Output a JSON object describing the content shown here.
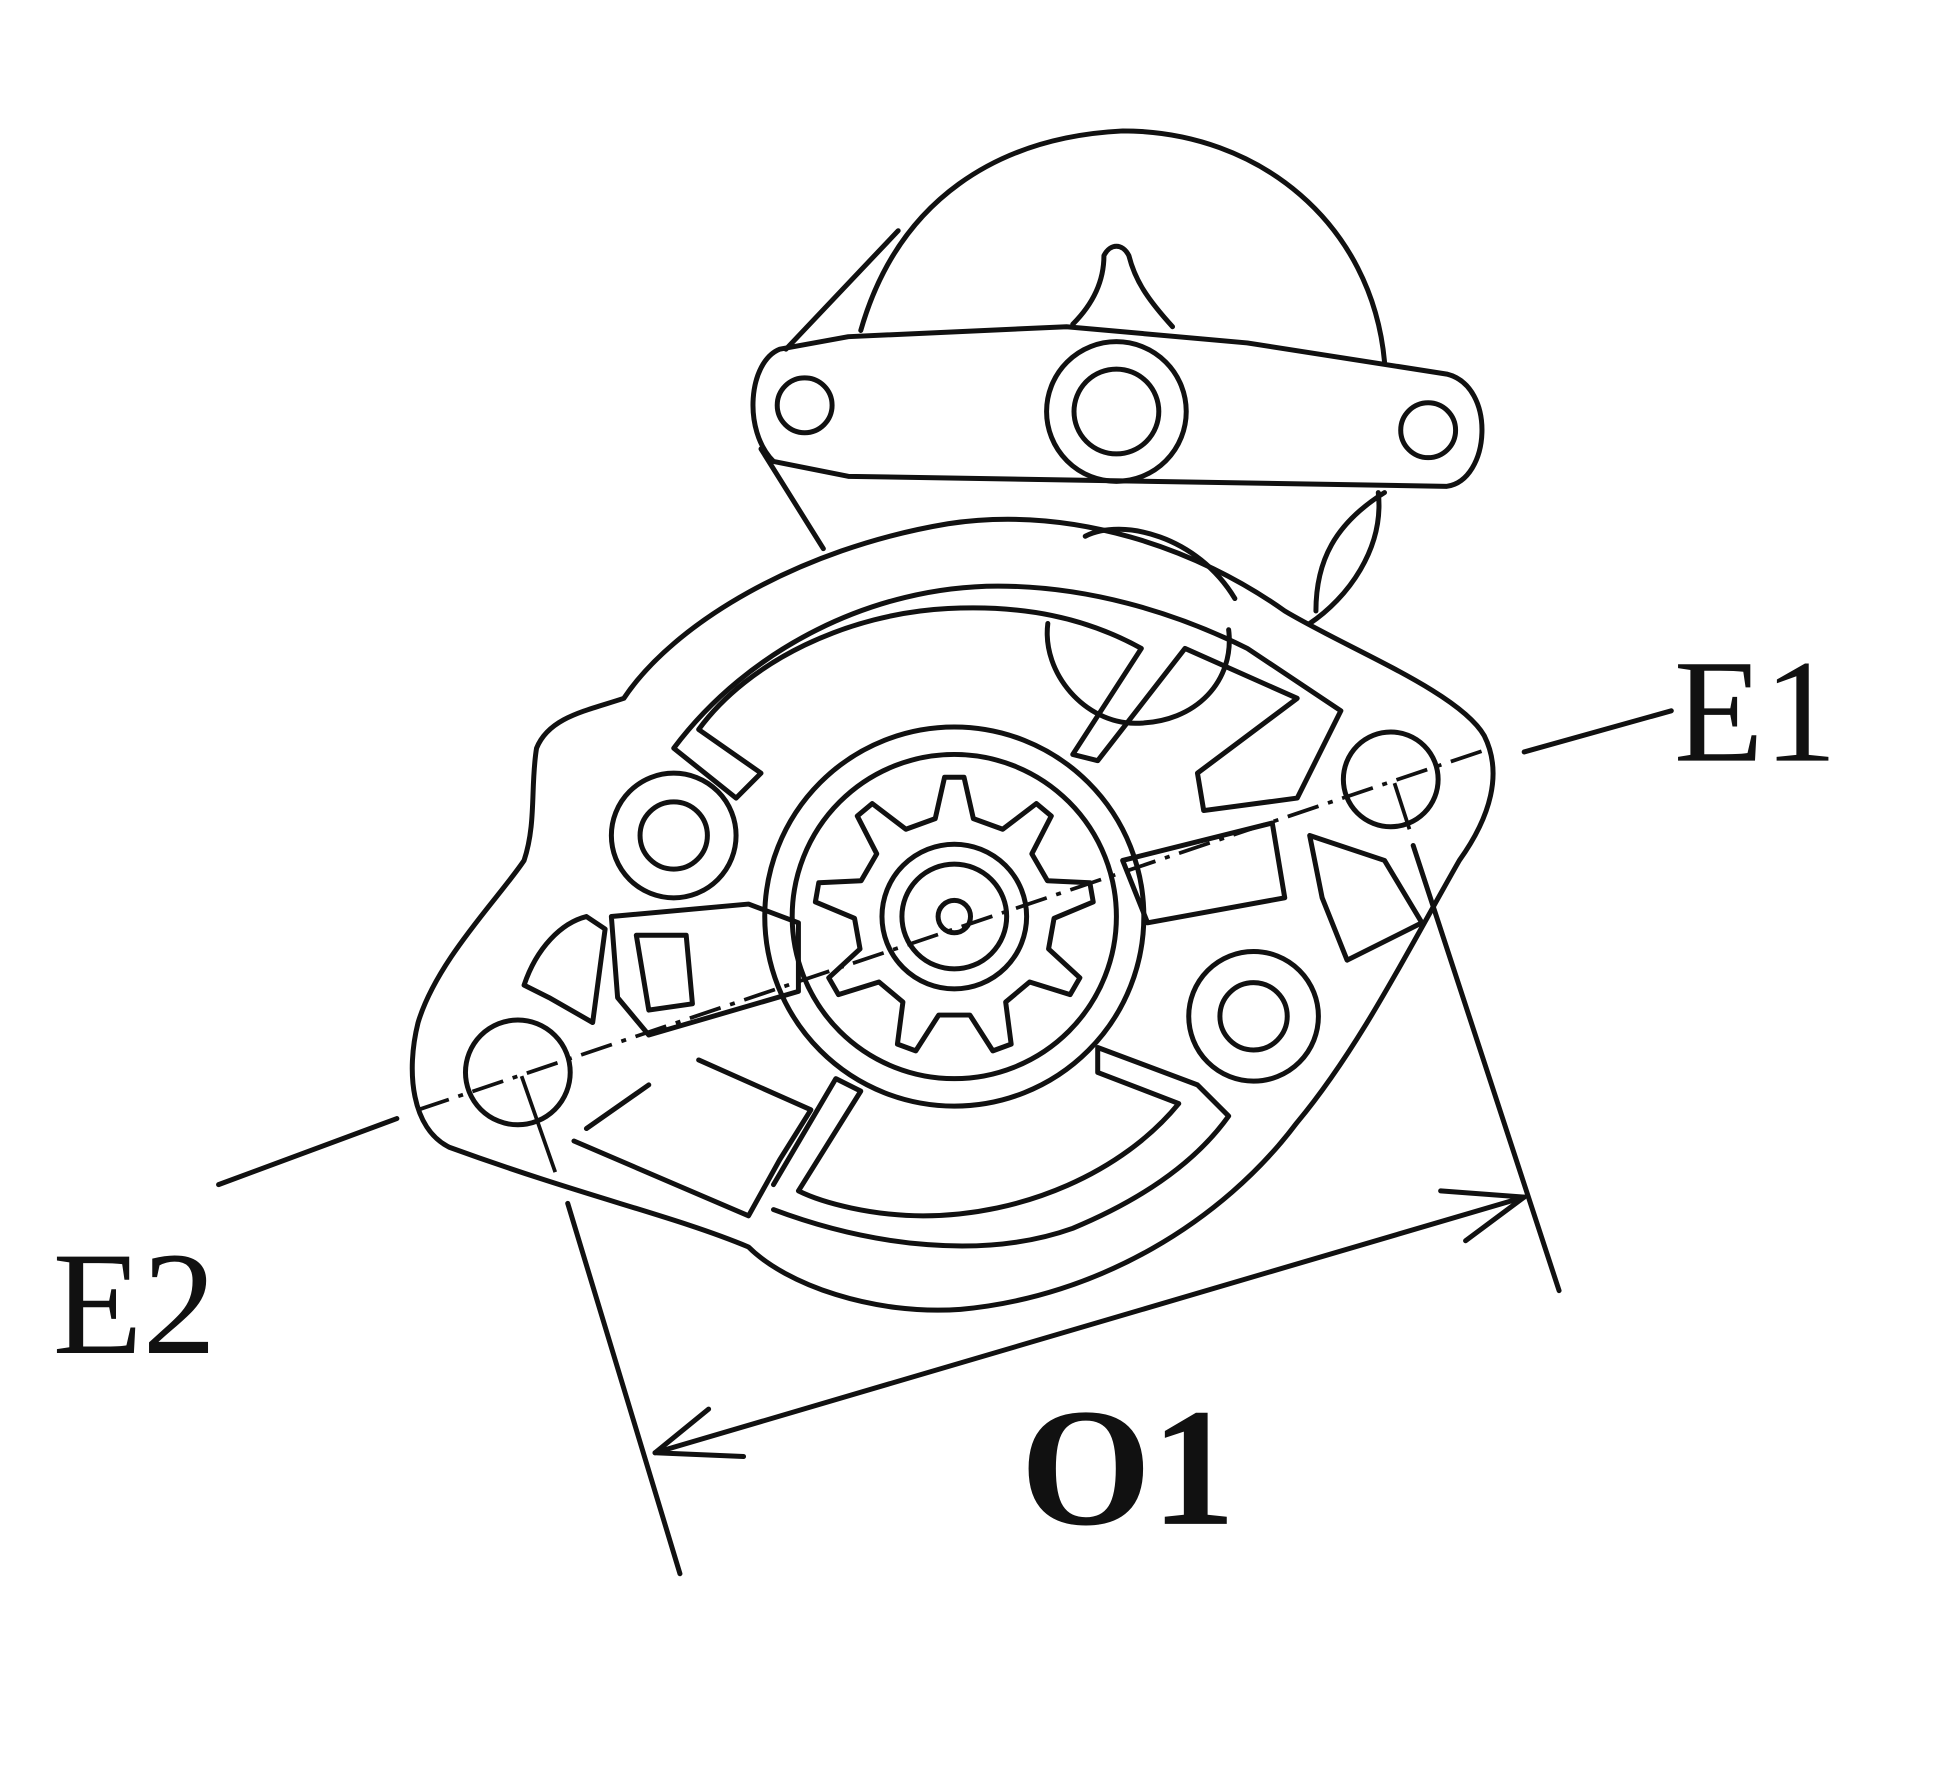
{
  "labels": {
    "e1": "E1",
    "e2": "E2",
    "o1": "O1"
  },
  "colors": {
    "line": "#111111",
    "background": "#ffffff"
  }
}
